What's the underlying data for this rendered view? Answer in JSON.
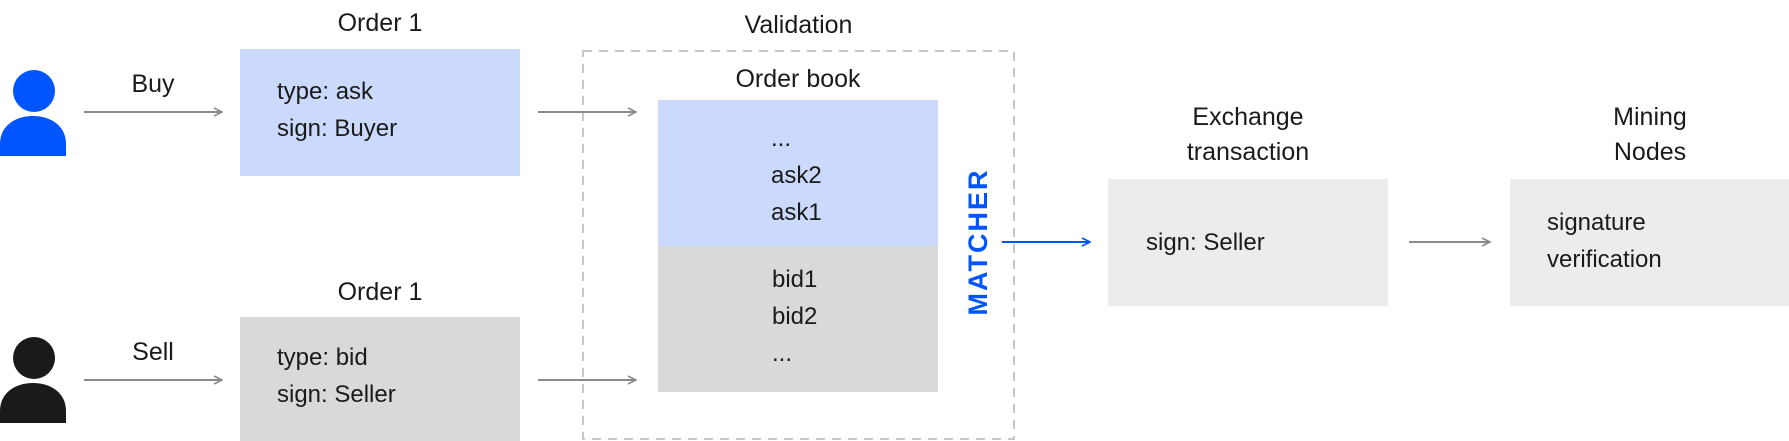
{
  "buyer": {
    "label": "Buy",
    "color": "#0055ff"
  },
  "seller": {
    "label": "Sell",
    "color": "#1a1a1a"
  },
  "order_buy": {
    "title": "Order 1",
    "lines": [
      "type: ask",
      "sign: Buyer"
    ]
  },
  "order_sell": {
    "title": "Order 1",
    "lines": [
      "type: bid",
      "sign: Seller"
    ]
  },
  "validation": {
    "title": "Validation",
    "order_book": {
      "title": "Order book",
      "asks": [
        "...",
        "ask2",
        "ask1"
      ],
      "bids": [
        "bid1",
        "bid2",
        "..."
      ]
    },
    "matcher_label": "MATCHER"
  },
  "exchange": {
    "title_line1": "Exchange",
    "title_line2": "transaction",
    "content": "sign: Seller"
  },
  "mining": {
    "title_line1": "Mining",
    "title_line2": "Nodes",
    "line1": "signature",
    "line2": "verification"
  },
  "colors": {
    "accent": "#0055ff",
    "ask_box": "#cbdafc",
    "bid_box": "#d9d9d9",
    "neutral_box": "#ececec",
    "arrow": "#8a8a8a",
    "dashed_border": "#c8c8c8"
  }
}
